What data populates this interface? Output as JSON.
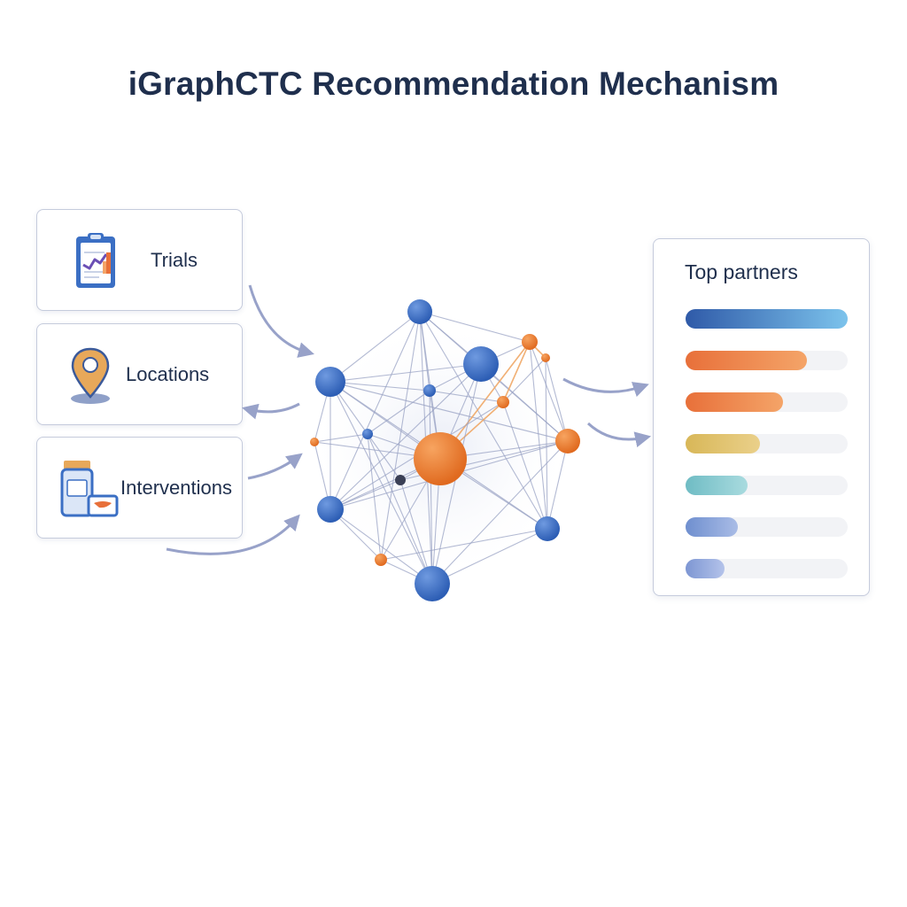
{
  "title": "iGraphCTC Recommendation Mechanism",
  "inputs": [
    {
      "label": "Trials",
      "icon": "clipboard-chart-icon"
    },
    {
      "label": "Locations",
      "icon": "map-pin-icon"
    },
    {
      "label": "Interventions",
      "icon": "medicine-bottle-icon"
    }
  ],
  "panel": {
    "title": "Top partners",
    "bars": [
      {
        "value": 1.0,
        "from": "#2f5aa8",
        "to": "#7cc3ec"
      },
      {
        "value": 0.75,
        "from": "#e8703a",
        "to": "#f4a468"
      },
      {
        "value": 0.6,
        "from": "#e8703a",
        "to": "#f4a468"
      },
      {
        "value": 0.46,
        "from": "#d8b758",
        "to": "#ead08a"
      },
      {
        "value": 0.38,
        "from": "#6fbcc4",
        "to": "#a9dbdf"
      },
      {
        "value": 0.32,
        "from": "#6f8fcf",
        "to": "#a9bce6"
      },
      {
        "value": 0.24,
        "from": "#7d96d3",
        "to": "#b4c3ea"
      }
    ]
  },
  "colors": {
    "blue_node": "#3a6fc4",
    "orange_node": "#ef7d2a",
    "dark_node": "#3a3f55",
    "edge": "#9aa3c4",
    "arrow": "#98a2c9"
  }
}
